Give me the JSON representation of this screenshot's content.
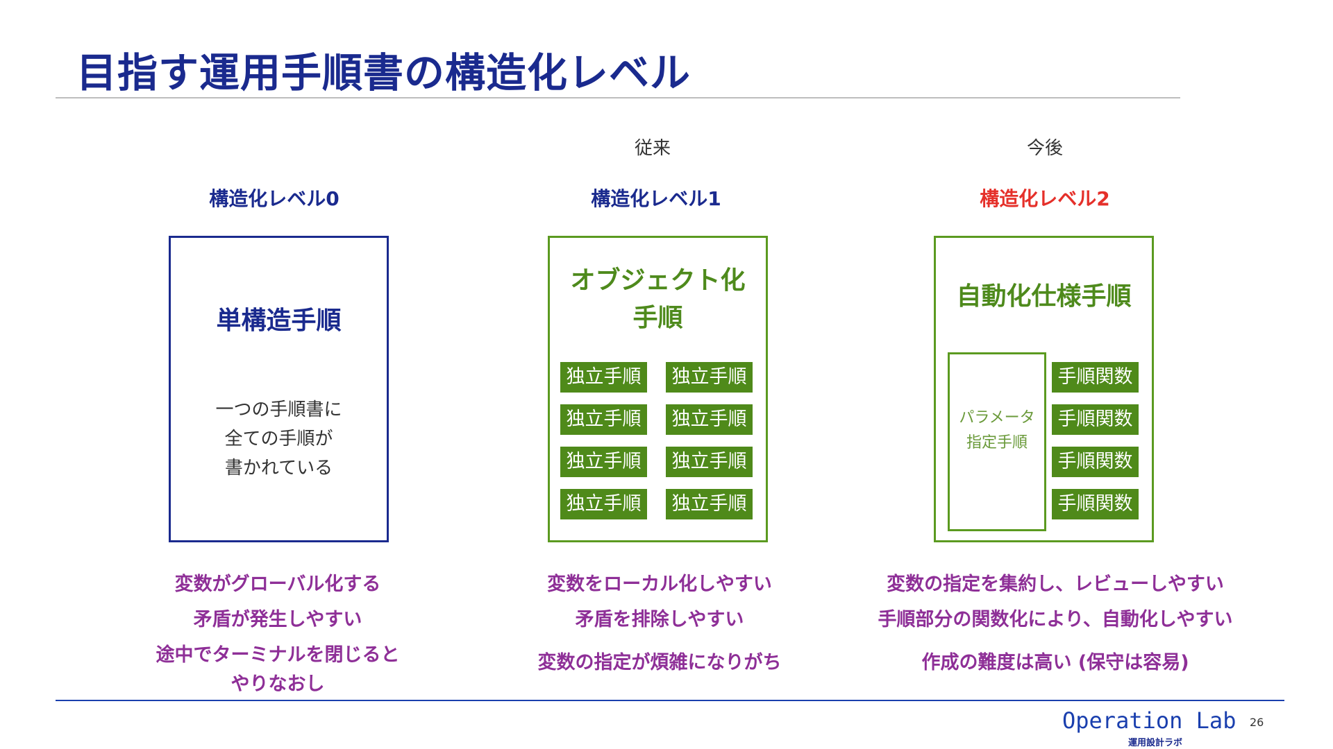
{
  "slide": {
    "title": "目指す運用手順書の構造化レベル",
    "page_number": "26"
  },
  "columns": {
    "level0": {
      "era": "",
      "level_label": "構造化レベル0",
      "box_title": "単構造手順",
      "desc_lines": [
        "一つの手順書に",
        "全ての手順が",
        "書かれている"
      ],
      "notes": [
        "変数がグローバル化する",
        "矛盾が発生しやすい",
        "途中でターミナルを閉じると",
        "やりなおし"
      ]
    },
    "level1": {
      "era": "従来",
      "level_label": "構造化レベル1",
      "box_title_lines": [
        "オブジェクト化",
        "手順"
      ],
      "chip_label": "独立手順",
      "notes": [
        "変数をローカル化しやすい",
        "矛盾を排除しやすい",
        "変数の指定が煩雑になりがち"
      ]
    },
    "level2": {
      "era": "今後",
      "level_label": "構造化レベル2",
      "box_title": "自動化仕様手順",
      "param_lines": [
        "パラメータ",
        "指定手順"
      ],
      "chip_label": "手順関数",
      "notes": [
        "変数の指定を集約し、レビューしやすい",
        "手順部分の関数化により、自動化しやすい",
        "作成の難度は高い (保守は容易)"
      ]
    }
  },
  "footer": {
    "brand": "Operation Lab",
    "brand_sub": "運用設計ラボ"
  },
  "colors": {
    "navy": "#1a2a8e",
    "green": "#4f8a1a",
    "red": "#e5302a",
    "purple": "#8e2f97"
  }
}
